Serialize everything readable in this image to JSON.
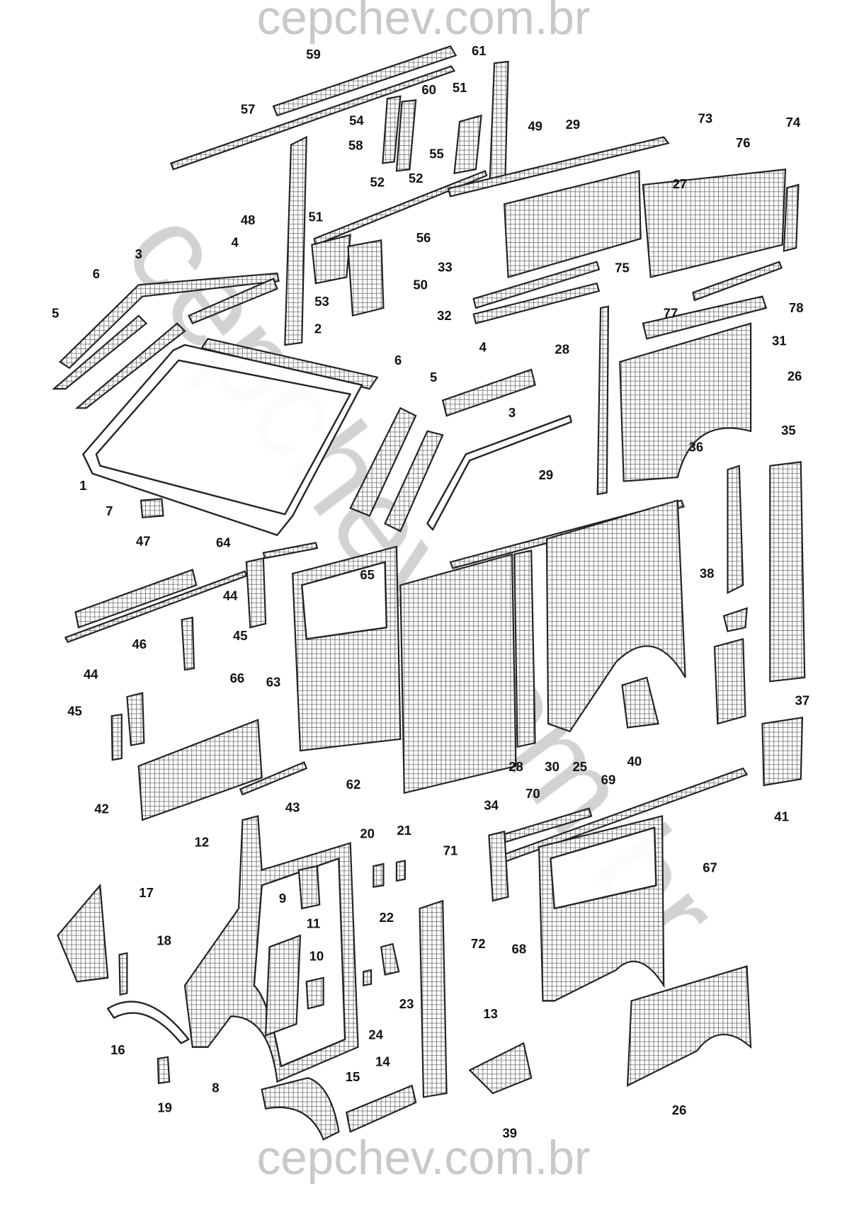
{
  "watermark": {
    "top": "cepchev.com.br",
    "diagonal": "cepchev.com.br",
    "bottom": "cepchev.com.br"
  },
  "callouts": [
    "59",
    "61",
    "57",
    "60",
    "51",
    "54",
    "49",
    "29",
    "73",
    "74",
    "58",
    "55",
    "52",
    "52",
    "76",
    "27",
    "51",
    "48",
    "56",
    "4",
    "3",
    "33",
    "75",
    "50",
    "6",
    "53",
    "77",
    "78",
    "5",
    "32",
    "31",
    "2",
    "28",
    "4",
    "6",
    "26",
    "5",
    "3",
    "35",
    "36",
    "1",
    "29",
    "7",
    "47",
    "64",
    "38",
    "65",
    "44",
    "45",
    "46",
    "66",
    "63",
    "44",
    "37",
    "45",
    "28",
    "30",
    "25",
    "40",
    "43",
    "62",
    "42",
    "34",
    "70",
    "69",
    "41",
    "20",
    "21",
    "12",
    "71",
    "67",
    "17",
    "9",
    "22",
    "11",
    "18",
    "72",
    "68",
    "10",
    "23",
    "13",
    "24",
    "16",
    "15",
    "8",
    "14",
    "19",
    "26",
    "39"
  ]
}
